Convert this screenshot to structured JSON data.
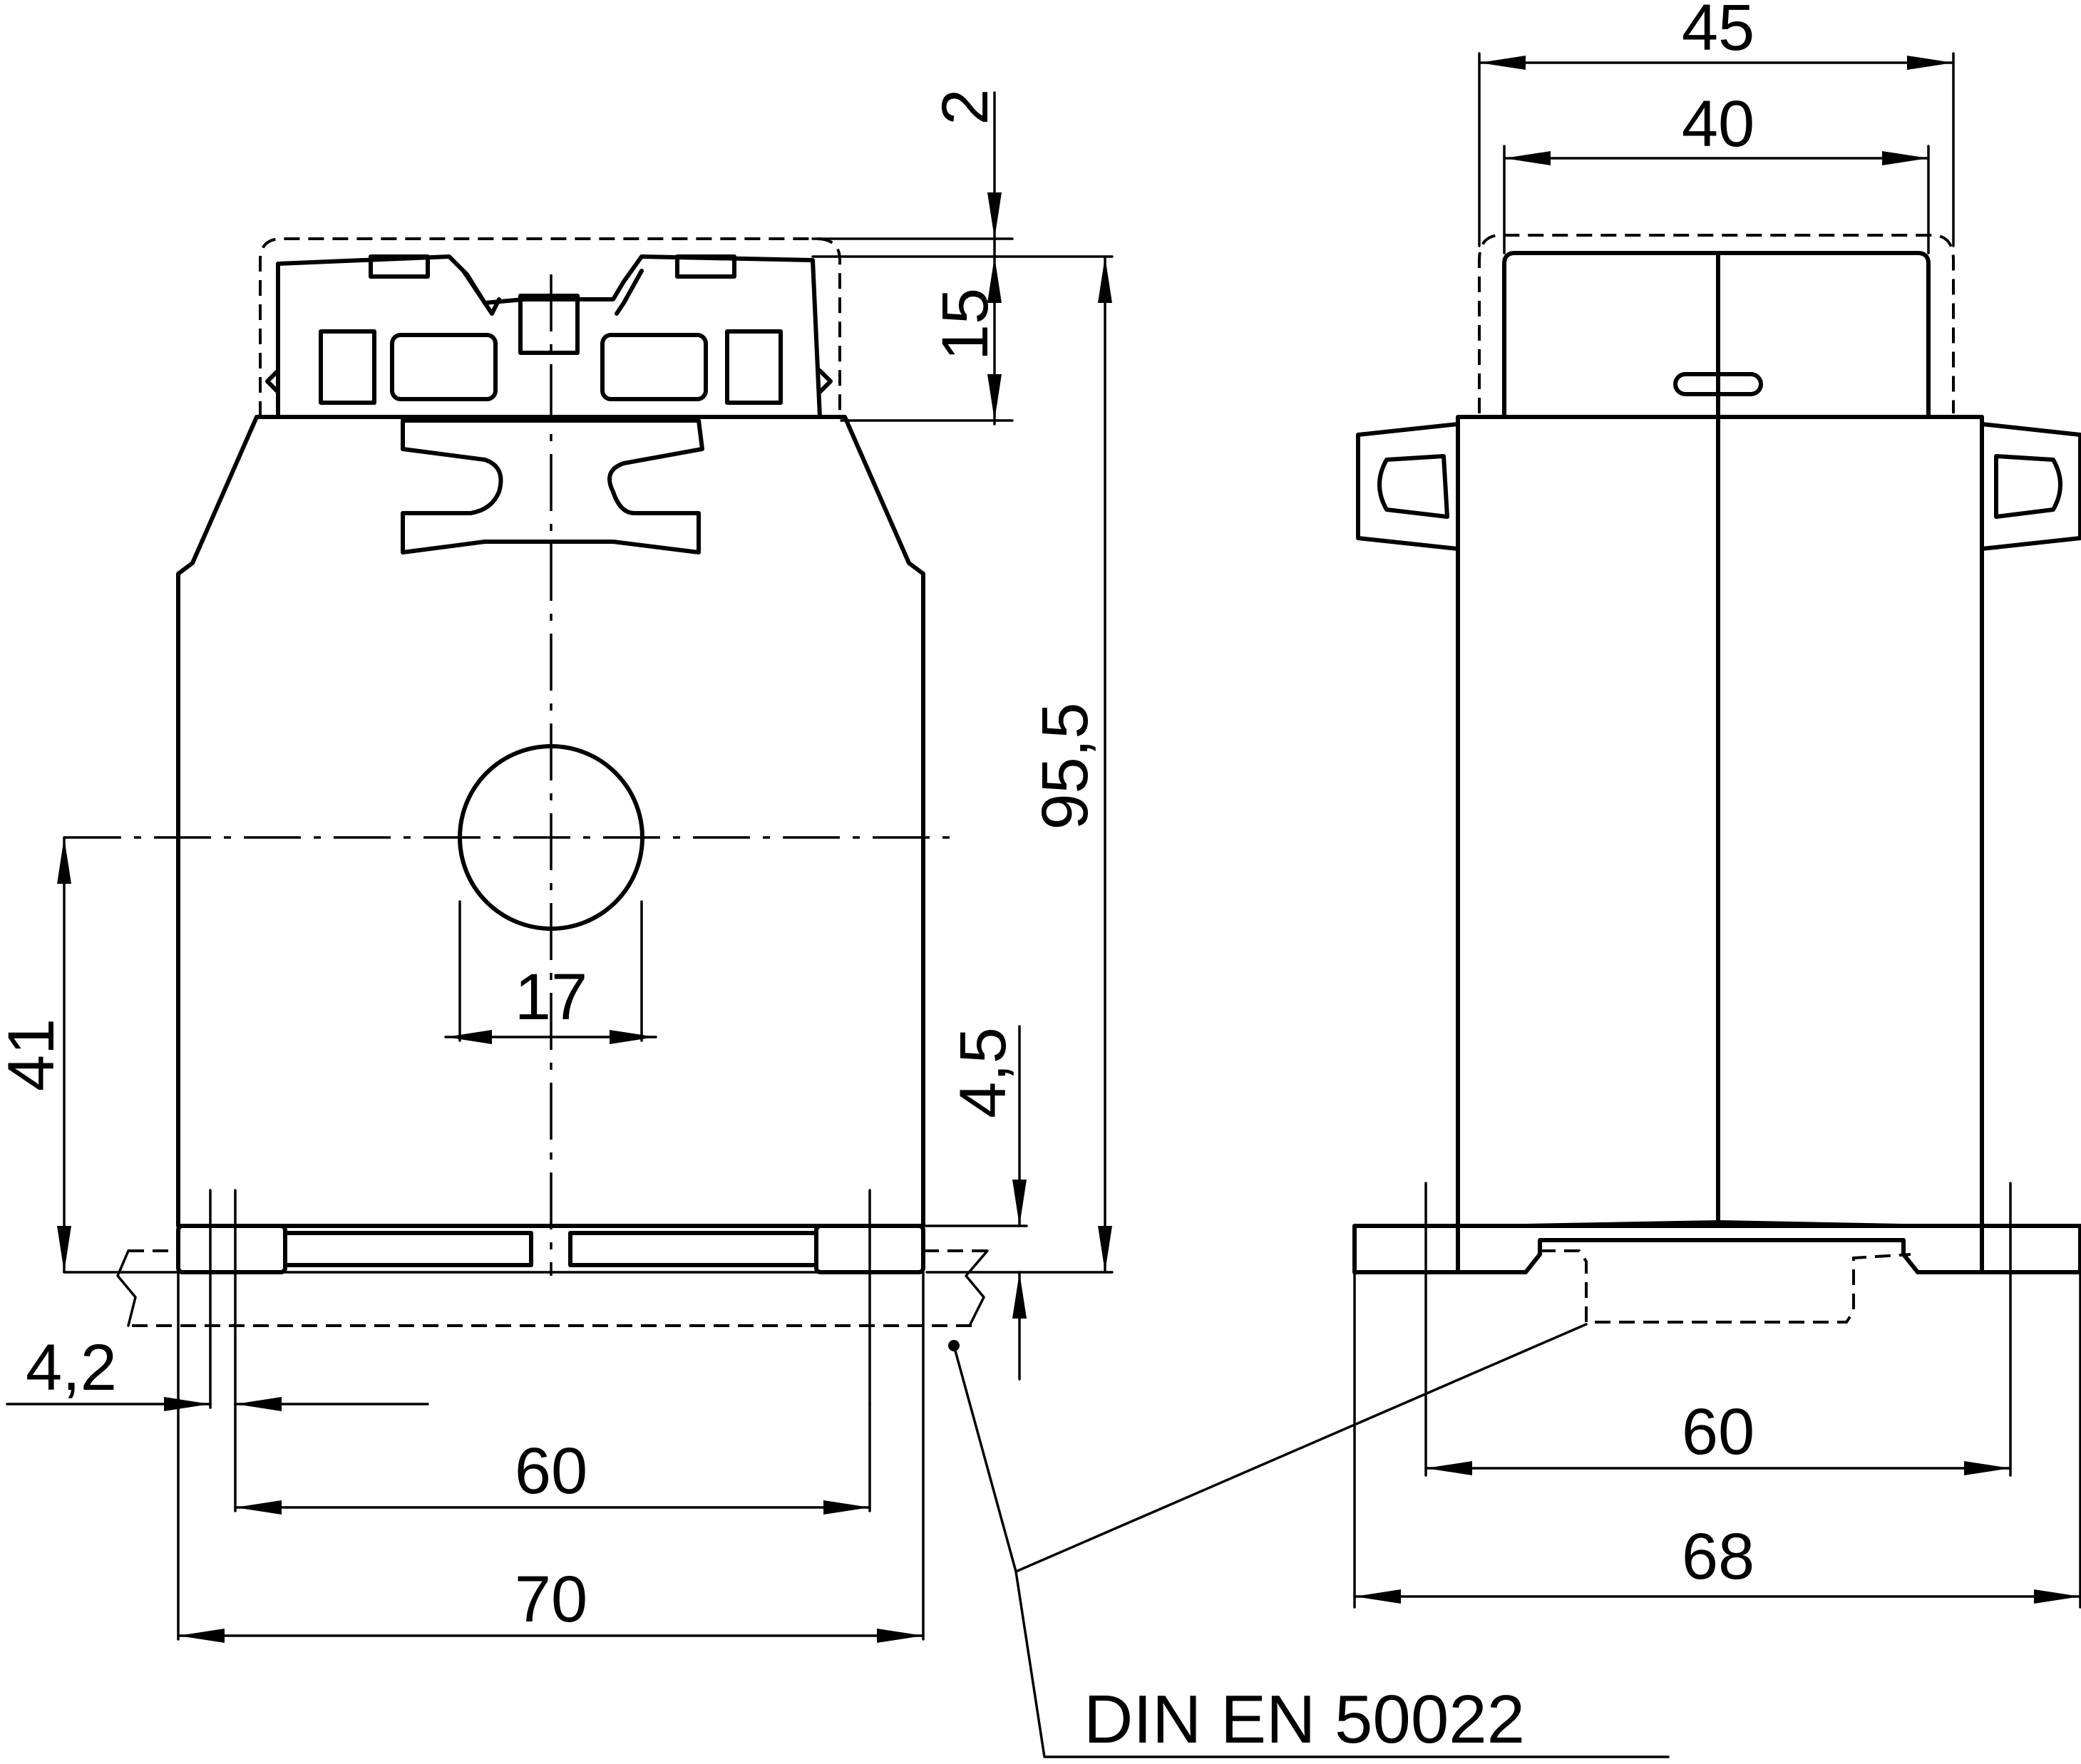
{
  "front_view": {
    "dim_2": "2",
    "dim_15": "15",
    "dim_95_5": "95,5",
    "dim_41": "41",
    "dim_17": "17",
    "dim_4_5": "4,5",
    "dim_4_2": "4,2",
    "dim_60": "60",
    "dim_70": "70"
  },
  "side_view": {
    "dim_45": "45",
    "dim_40": "40",
    "dim_60": "60",
    "dim_68": "68"
  },
  "note": {
    "din_rail": "DIN EN 50022"
  }
}
